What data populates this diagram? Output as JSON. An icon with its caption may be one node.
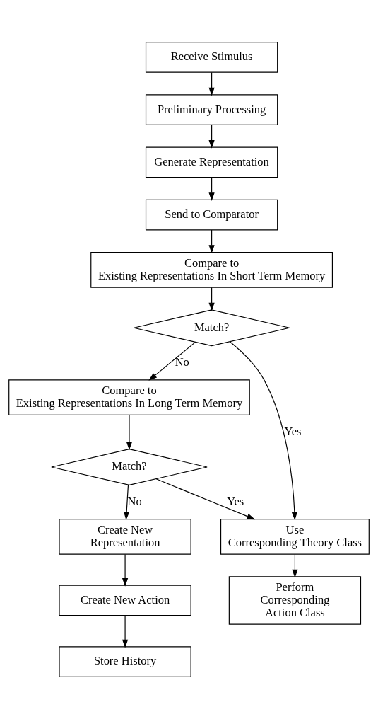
{
  "diagram": {
    "nodes": [
      {
        "text": [
          "Receive Stimulus"
        ]
      },
      {
        "text": [
          "Preliminary Processing"
        ]
      },
      {
        "text": [
          "Generate Representation"
        ]
      },
      {
        "text": [
          "Send to Comparator"
        ]
      },
      {
        "text": [
          "Compare to Existing Representations In Short Term Memory"
        ]
      },
      {
        "text": [
          "Match?"
        ]
      },
      {
        "text": [
          "Compare to Existing Representations In Long Term Memory"
        ]
      },
      {
        "text": [
          "Match?"
        ]
      },
      {
        "text": [
          "Use Corresponding Theory Class"
        ]
      },
      {
        "text": [
          "Perform Corresponding Action Class"
        ]
      },
      {
        "text": [
          "Create New Representation"
        ]
      },
      {
        "text": [
          "Create New Action"
        ]
      },
      {
        "text": [
          "Store History"
        ]
      }
    ],
    "edges": [
      {
        "from": 0,
        "to": 1,
        "arrow": "to"
      },
      {
        "from": 1,
        "to": 2,
        "arrow": "to"
      },
      {
        "from": 2,
        "to": 3,
        "arrow": "to"
      },
      {
        "from": 3,
        "to": 4,
        "arrow": "to"
      },
      {
        "from": 4,
        "to": 5,
        "arrow": "to"
      },
      {
        "from": 5,
        "to": 8,
        "label": "Yes",
        "arrow": "to"
      },
      {
        "from": 5,
        "to": 6,
        "label": "No",
        "arrow": "to"
      },
      {
        "from": 6,
        "to": 7,
        "arrow": "to"
      },
      {
        "from": 7,
        "to": 10,
        "label": "No",
        "arrow": "to"
      },
      {
        "from": 7,
        "to": 8,
        "label": "Yes",
        "arrow": "to"
      },
      {
        "from": 8,
        "to": 9,
        "arrow": "to"
      },
      {
        "from": 10,
        "to": 11,
        "arrow": "to"
      },
      {
        "from": 11,
        "to": 12,
        "arrow": "to"
      }
    ]
  }
}
